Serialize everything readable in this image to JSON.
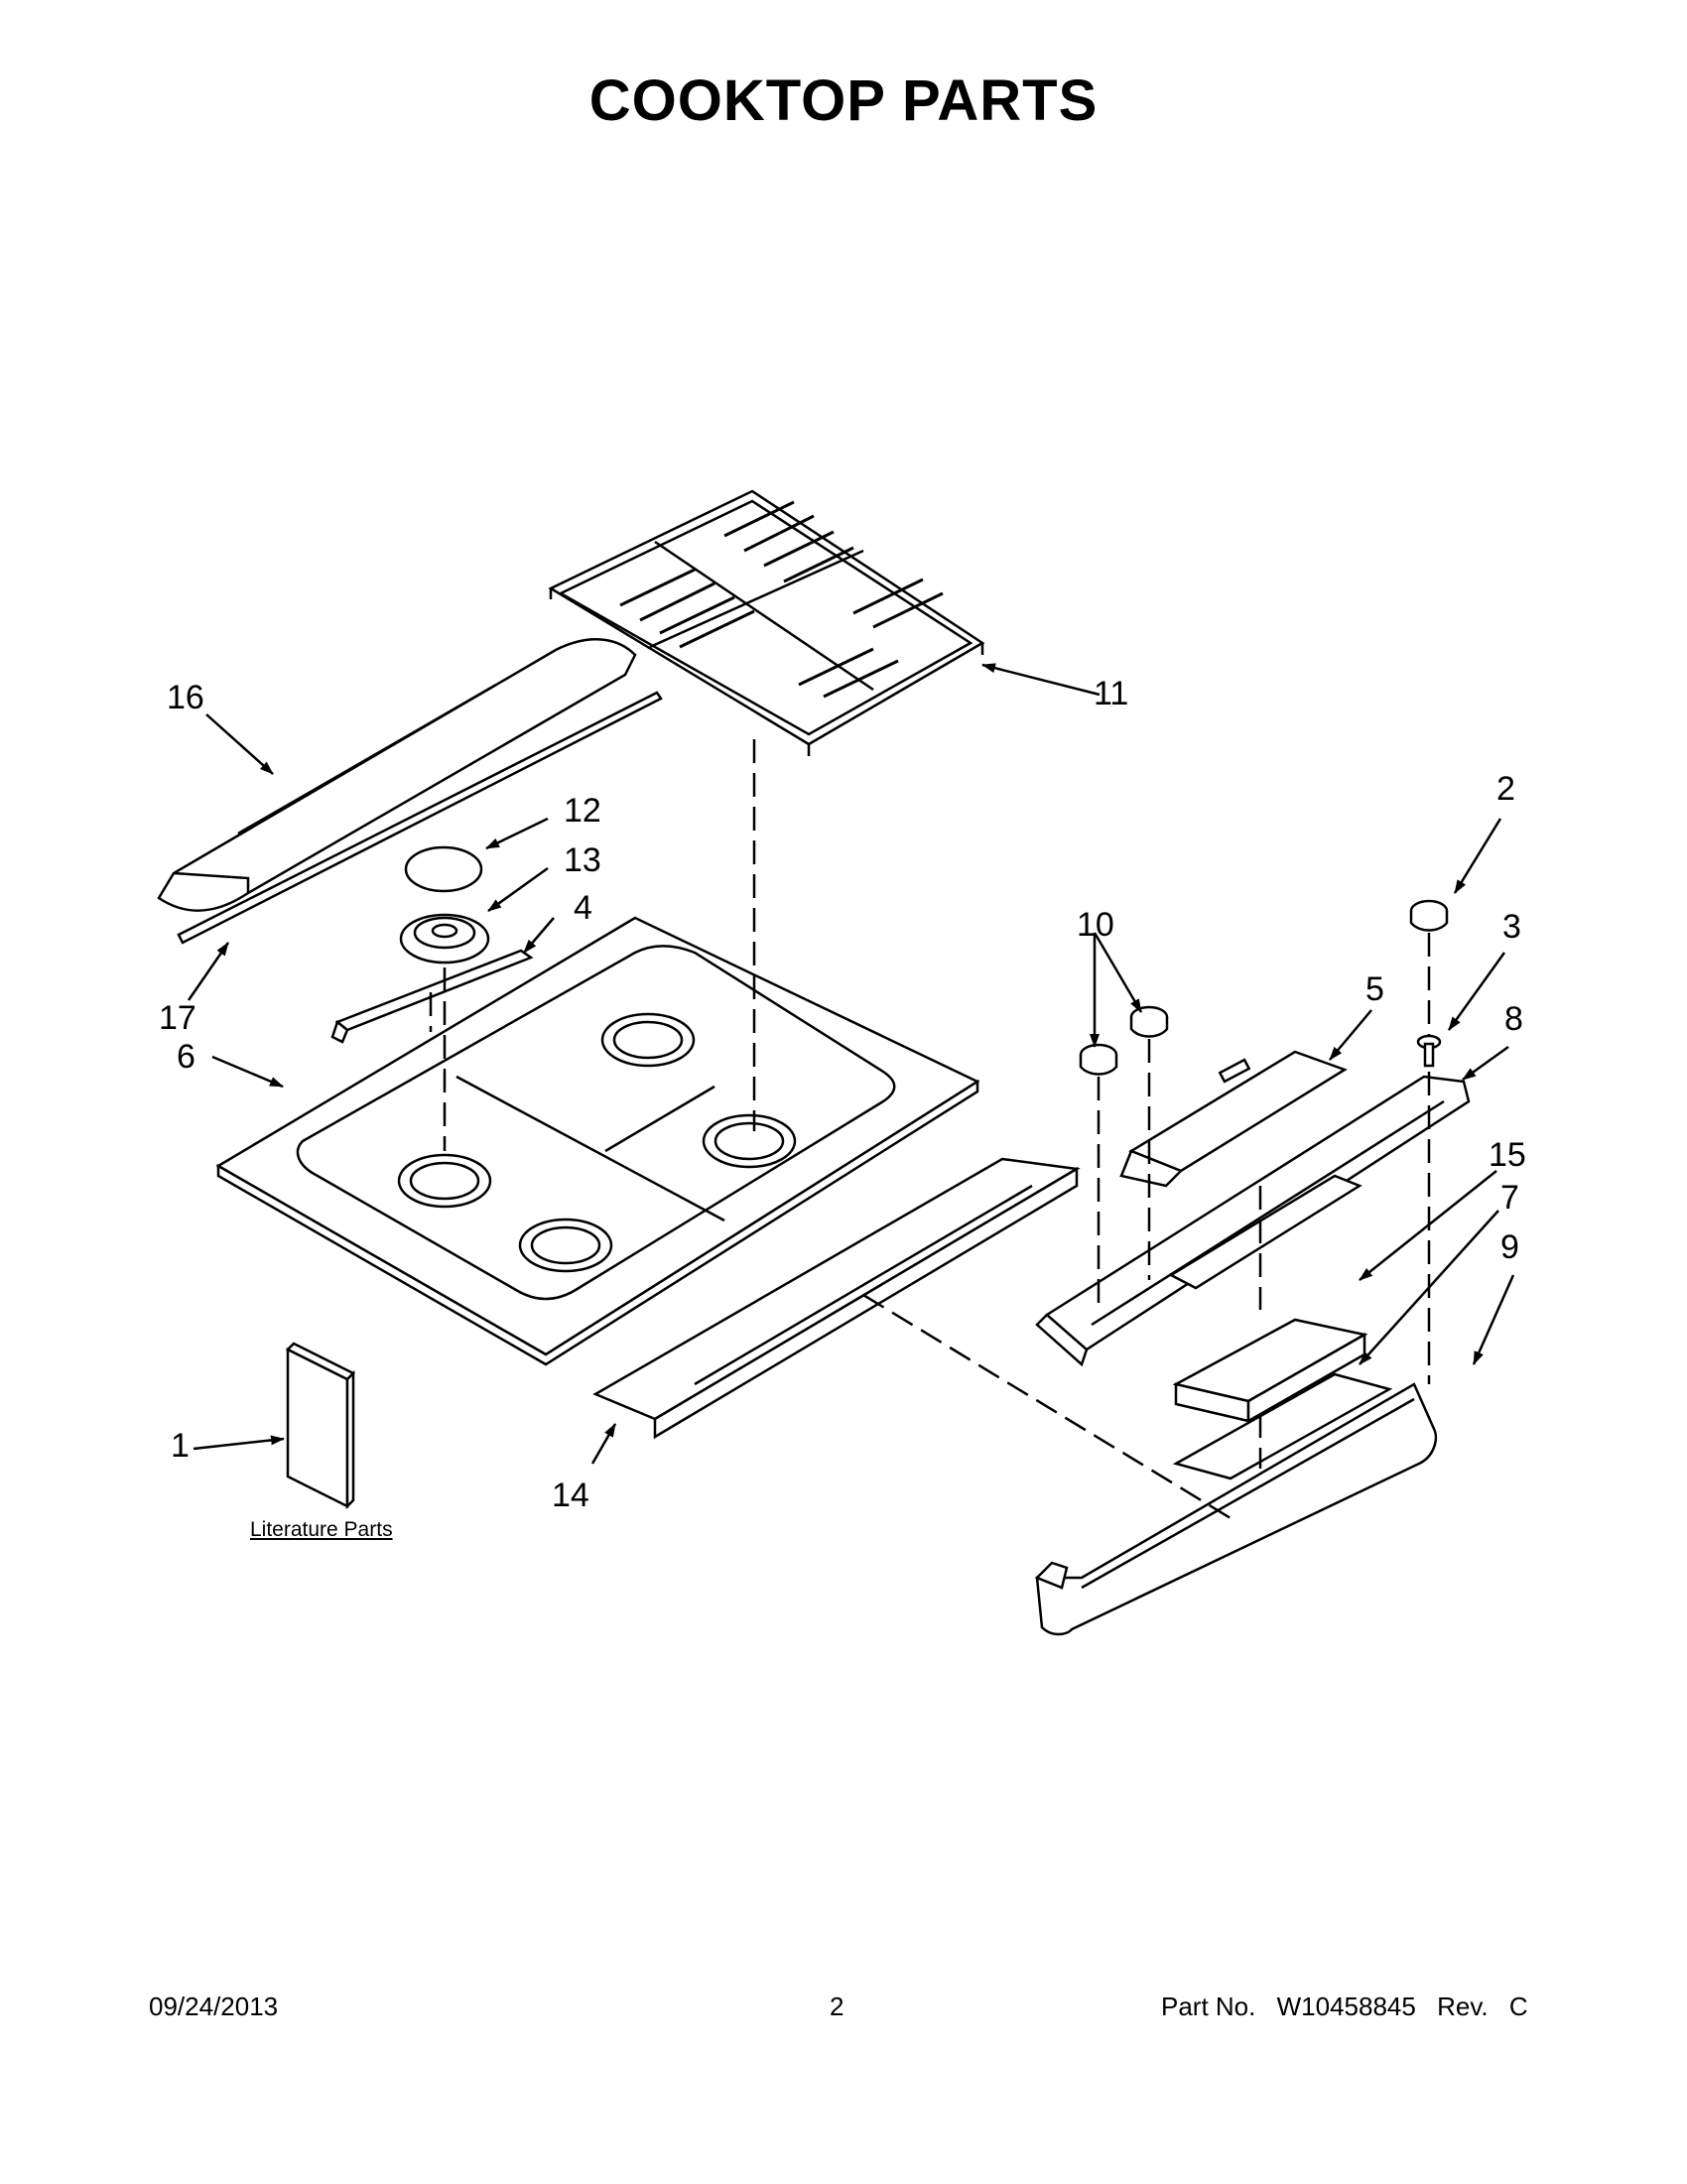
{
  "title": "COOKTOP PARTS",
  "callouts": {
    "c1": "1",
    "c2": "2",
    "c3": "3",
    "c4": "4",
    "c5": "5",
    "c6": "6",
    "c7": "7",
    "c8": "8",
    "c9": "9",
    "c10": "10",
    "c11": "11",
    "c12": "12",
    "c13": "13",
    "c14": "14",
    "c15": "15",
    "c16": "16",
    "c17": "17"
  },
  "literature_label": "Literature Parts",
  "footer": {
    "date": "09/24/2013",
    "page": "2",
    "part_label": "Part No.",
    "part_number": "W10458845",
    "rev_label": "Rev.",
    "rev": "C"
  },
  "colors": {
    "line": "#000000",
    "fill": "#ffffff",
    "shade": "#e6e6e6"
  }
}
